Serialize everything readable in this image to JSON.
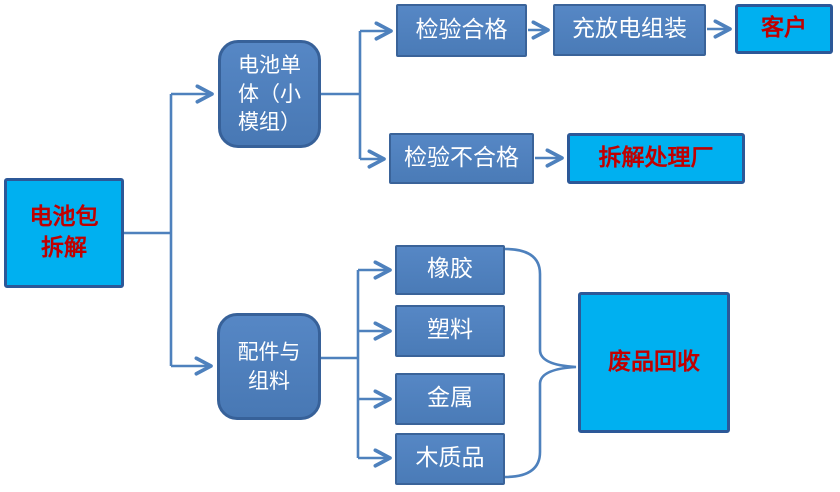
{
  "diagram": {
    "type": "flowchart",
    "title": "",
    "nodes": {
      "battery_pack_disassembly": {
        "label": "电池包\n拆解",
        "style": "cyan-terminal"
      },
      "battery_cell_module": {
        "label": "电池单\n体（小\n模组）",
        "style": "rounded-process"
      },
      "inspection_passed": {
        "label": "检验合格",
        "style": "rect-process"
      },
      "charge_discharge_assembly": {
        "label": "充放电组装",
        "style": "rect-process"
      },
      "customer": {
        "label": "客户",
        "style": "cyan-terminal"
      },
      "inspection_failed": {
        "label": "检验不合格",
        "style": "rect-process"
      },
      "disassembly_plant": {
        "label": "拆解处理厂",
        "style": "cyan-terminal"
      },
      "parts_materials": {
        "label": "配件与\n组料",
        "style": "rounded-process"
      },
      "rubber": {
        "label": "橡胶",
        "style": "rect-process"
      },
      "plastic": {
        "label": "塑料",
        "style": "rect-process"
      },
      "metal": {
        "label": "金属",
        "style": "rect-process"
      },
      "wood_products": {
        "label": "木质品",
        "style": "rect-process"
      },
      "waste_recycling": {
        "label": "废品回收",
        "style": "cyan-terminal"
      }
    },
    "edges": [
      {
        "from": "电池包拆解",
        "to": "电池单体（小模组）",
        "type": "arrow"
      },
      {
        "from": "电池包拆解",
        "to": "配件与组料",
        "type": "arrow"
      },
      {
        "from": "电池单体（小模组）",
        "to": "检验合格",
        "type": "arrow"
      },
      {
        "from": "电池单体（小模组）",
        "to": "检验不合格",
        "type": "arrow"
      },
      {
        "from": "检验合格",
        "to": "充放电组装",
        "type": "arrow"
      },
      {
        "from": "充放电组装",
        "to": "客户",
        "type": "arrow"
      },
      {
        "from": "检验不合格",
        "to": "拆解处理厂",
        "type": "arrow"
      },
      {
        "from": "配件与组料",
        "to": "橡胶",
        "type": "arrow"
      },
      {
        "from": "配件与组料",
        "to": "塑料",
        "type": "arrow"
      },
      {
        "from": "配件与组料",
        "to": "金属",
        "type": "arrow"
      },
      {
        "from": "配件与组料",
        "to": "木质品",
        "type": "arrow"
      },
      {
        "from": "橡胶、塑料、金属、木质品",
        "to": "废品回收",
        "type": "brace"
      }
    ],
    "colors": {
      "terminal_fill": "#00B0F0",
      "terminal_border": "#2C5898",
      "process_fill": "#4F81BD",
      "process_border": "#385D8A",
      "terminal_text": "#C00000",
      "process_text": "#FFFFFF",
      "connector": "#4E81BD",
      "background": "#FFFFFF"
    }
  }
}
